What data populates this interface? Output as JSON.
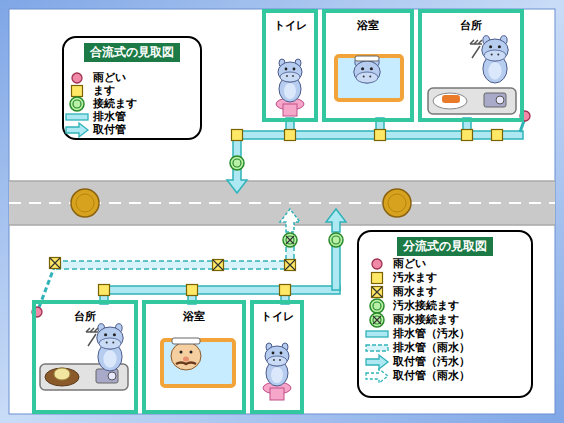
{
  "diagram": {
    "nodes": [
      {
        "text": [
          "合流式の見取図"
        ]
      },
      {
        "text": [
          "トイレ"
        ]
      },
      {
        "text": [
          "浴室"
        ]
      },
      {
        "text": [
          "台所"
        ]
      },
      {
        "text": [
          "分流式の見取図"
        ]
      },
      {
        "text": [
          "台所"
        ]
      },
      {
        "text": [
          "浴室"
        ]
      },
      {
        "text": [
          "トイレ"
        ]
      }
    ],
    "legend": [
      {
        "text": "雨どい"
      },
      {
        "text": "ます"
      },
      {
        "text": "接続ます"
      },
      {
        "text": "排水管"
      },
      {
        "text": "取付管"
      },
      {
        "text": "雨どい"
      },
      {
        "text": "汚水ます"
      },
      {
        "text": "雨水ます"
      },
      {
        "text": "汚水接続ます"
      },
      {
        "text": "雨水接続ます"
      },
      {
        "text": "排水管（汚水）"
      },
      {
        "text": "排水管（雨水）"
      },
      {
        "text": "取付管（汚水）"
      },
      {
        "text": "取付管（雨水）"
      }
    ]
  }
}
